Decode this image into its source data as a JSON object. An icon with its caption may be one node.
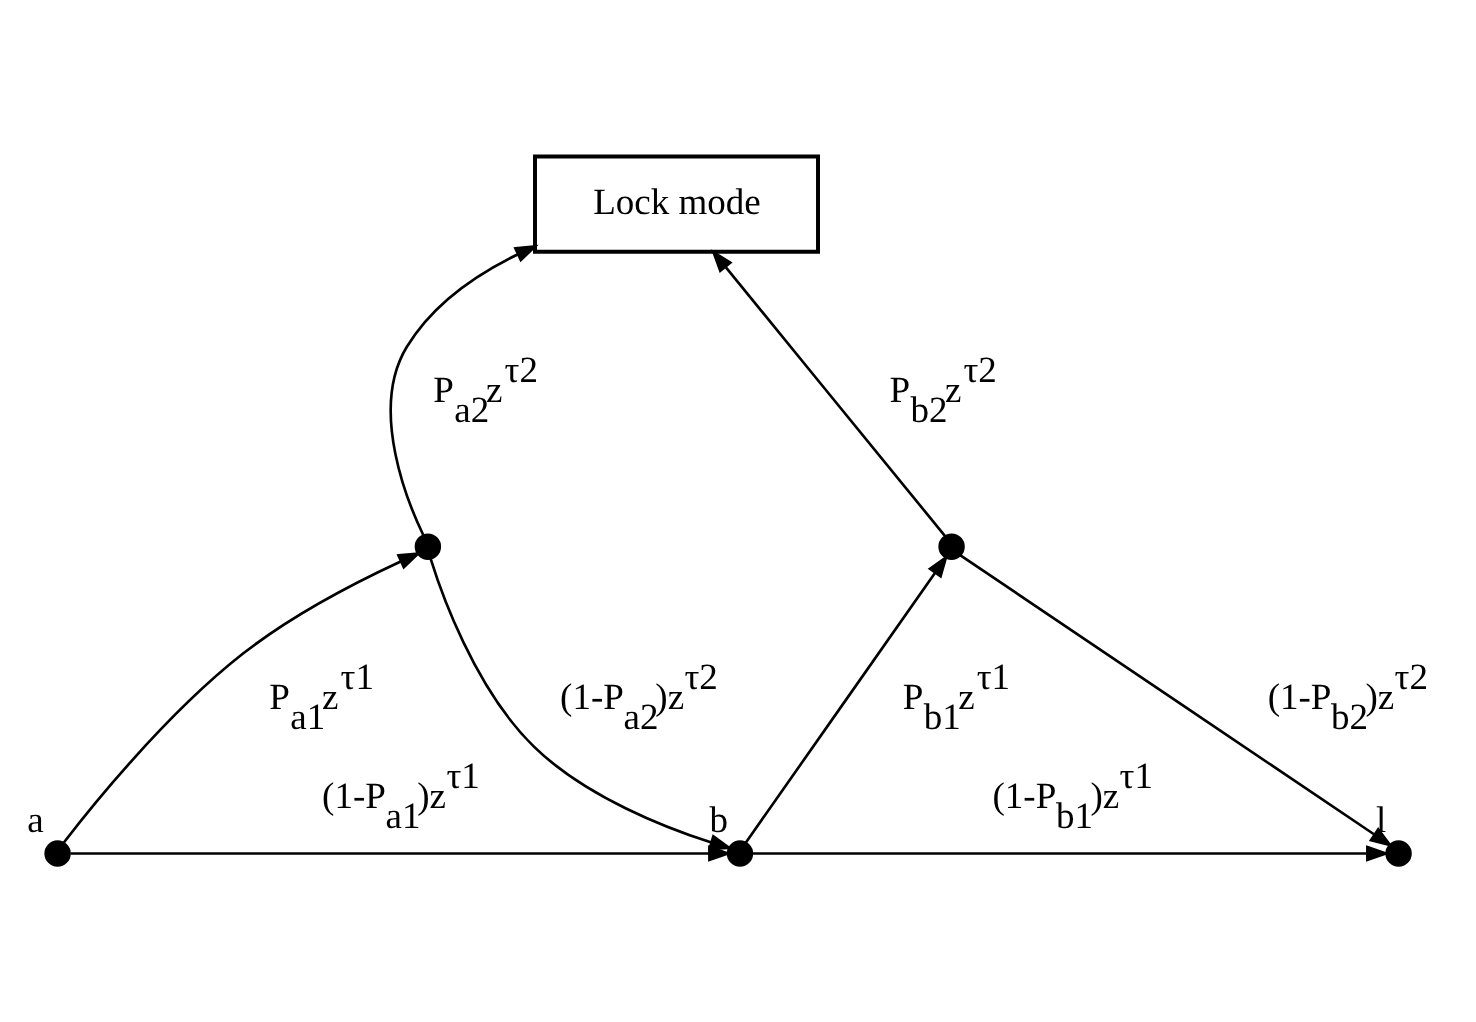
{
  "diagram": {
    "nodes": [
      {
        "text": [
          "Lock mode"
        ]
      },
      {
        "text": [],
        "shape": "circle"
      },
      {
        "text": [],
        "shape": "circle"
      },
      {
        "text": [],
        "shape": "circle",
        "beside": [
          "a"
        ]
      },
      {
        "text": [],
        "shape": "circle",
        "beside": [
          "b"
        ]
      },
      {
        "text": [],
        "shape": "circle",
        "beside": [
          "l"
        ]
      }
    ],
    "edges": [
      {
        "from": 3,
        "to": 1,
        "arrow": "to",
        "label": "P$_{a1}$z$^{τ1}$"
      },
      {
        "from": 1,
        "to": 0,
        "arrow": "to",
        "label": "P$_{a2}$z$^{τ2}$"
      },
      {
        "from": 1,
        "to": 4,
        "arrow": "to",
        "label": "(1-P$_{a2}$)z$^{τ2}$"
      },
      {
        "from": 2,
        "to": 0,
        "arrow": "to",
        "label": "P$_{b2}$z$^{τ2}$"
      },
      {
        "from": 4,
        "to": 2,
        "arrow": "to",
        "label": "P$_{b1}$z$^{τ1}$"
      },
      {
        "from": 2,
        "to": 5,
        "arrow": "to",
        "label": "(1-P$_{b2}$)z$^{τ2}$"
      },
      {
        "from": 3,
        "to": 4,
        "arrow": "to",
        "label": "(1-P$_{a1}$)z$^{τ1}$"
      },
      {
        "from": 4,
        "to": 5,
        "arrow": "to",
        "label": "(1-P$_{b1}$)z$^{τ1}$"
      }
    ]
  }
}
